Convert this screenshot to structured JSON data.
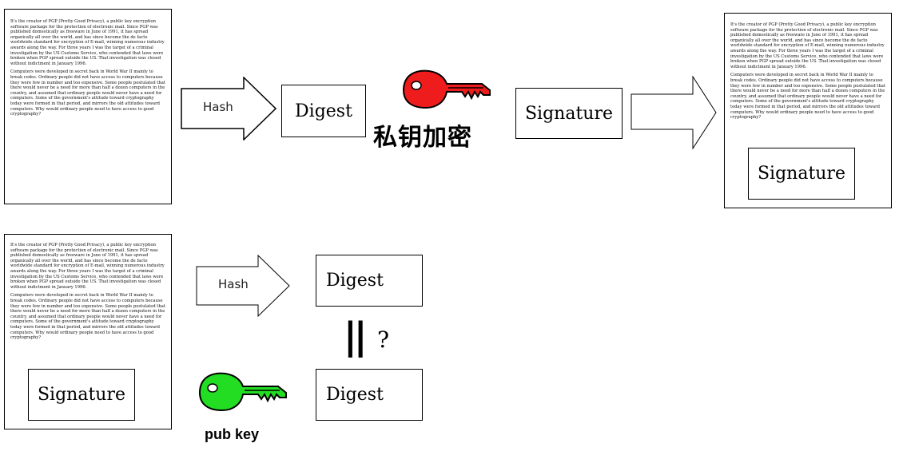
{
  "document_text": {
    "paragraph_1": "It's the creator of PGP (Pretty Good Privacy), a public key encryption software package for the protection of electronic mail. Since PGP was published domestically as freeware in June of 1991, it has spread organically all over the world, and has since become the de facto worldwide standard for encryption of E-mail, winning numerous industry awards along the way. For three years I was the target of a criminal investigation by the US Customs Service, who contended that laws were broken when PGP spread outside the US. That investigation was closed without indictment in January 1996.",
    "paragraph_2": "Computers were developed in secret back in World War II mainly to break codes. Ordinary people did not have access to computers because they were few in number and too expensive. Some people postulated that there would never be a need for more than half a dozen computers in the country, and assumed that ordinary people would never have a need for computers. Some of the government's attitude toward cryptography today were formed in that period, and mirrors the old attitudes toward computers. Why would ordinary people need to have access to good cryptography?"
  },
  "top_flow": {
    "hash_label": "Hash",
    "digest_label": "Digest",
    "private_key_caption": "私钥加密",
    "signature_label": "Signature",
    "signed_doc_signature_label": "Signature"
  },
  "bottom_flow": {
    "doc_signature_label": "Signature",
    "hash_label": "Hash",
    "digest_top_label": "Digest",
    "digest_bottom_label": "Digest",
    "compare_symbol": "||",
    "question_mark": "?",
    "public_key_caption": "pub key"
  },
  "colors": {
    "private_key": "#ee1c1c",
    "public_key": "#22dd22"
  },
  "icons": {
    "private_key_icon": "red key",
    "public_key_icon": "green key"
  }
}
